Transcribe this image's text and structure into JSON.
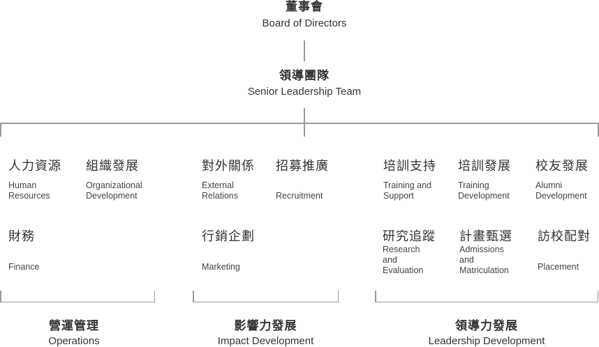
{
  "board": {
    "zh": "董事會",
    "en": "Board of Directors"
  },
  "leadership": {
    "zh": "領導團隊",
    "en": "Senior Leadership Team"
  },
  "groups": [
    {
      "zh": "營運管理",
      "en": "Operations",
      "units": [
        {
          "zh": "人力資源",
          "en": "Human Resources"
        },
        {
          "zh": "組織發展",
          "en": "Organizational Development"
        },
        {
          "zh": "財務",
          "en": "Finance"
        }
      ]
    },
    {
      "zh": "影響力發展",
      "en": "Impact Development",
      "units": [
        {
          "zh": "對外關係",
          "en": "External Relations"
        },
        {
          "zh": "招募推廣",
          "en": "Recruitment"
        },
        {
          "zh": "行銷企劃",
          "en": "Marketing"
        }
      ]
    },
    {
      "zh": "領導力發展",
      "en": "Leadership Development",
      "units": [
        {
          "zh": "培訓支持",
          "en": "Training and Support"
        },
        {
          "zh": "培訓發展",
          "en": "Training Development"
        },
        {
          "zh": "校友發展",
          "en": "Alumni Development"
        },
        {
          "zh": "研究追蹤",
          "en": "Research and Evaluation"
        },
        {
          "zh": "計畫甄選",
          "en": "Admissions and Matriculation"
        },
        {
          "zh": "訪校配對",
          "en": "Placement"
        }
      ]
    }
  ],
  "colors": {
    "text": "#333333",
    "line": "#9a9a9a"
  }
}
